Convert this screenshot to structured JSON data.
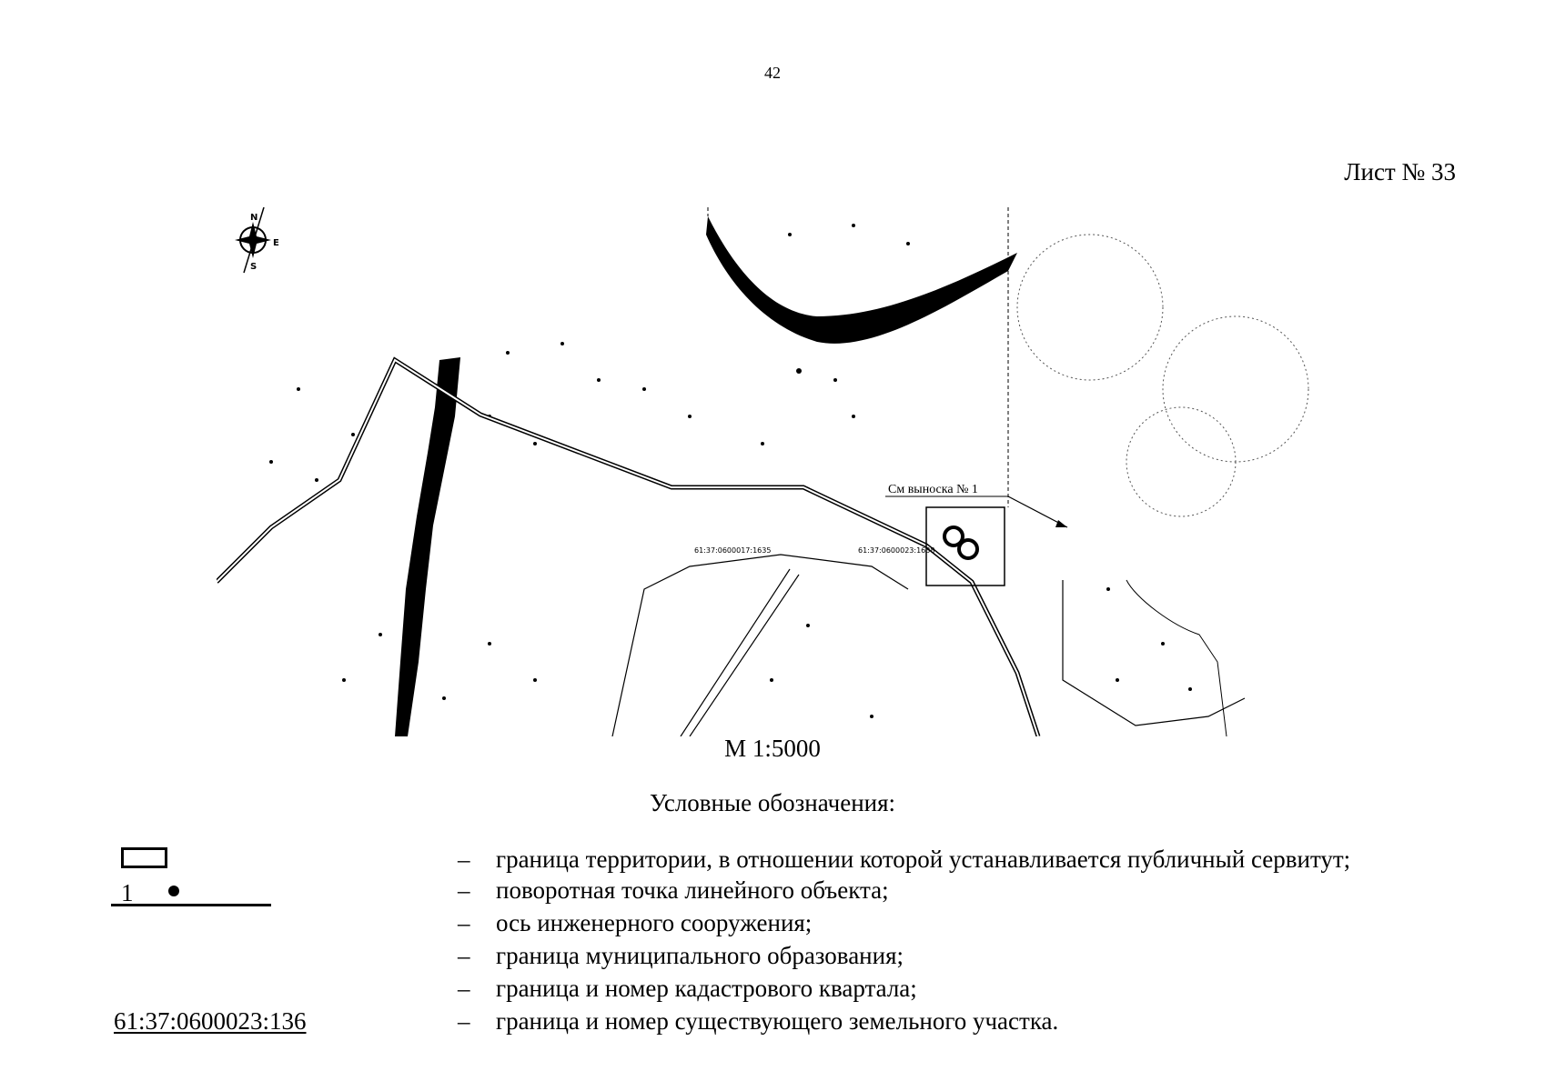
{
  "page_number": "42",
  "sheet_label": "Лист № 33",
  "map": {
    "callout_label": "См выноска № 1",
    "parcel_label_1": "61:37:0600017:1635",
    "parcel_label_2": "61:37:0600023:1638",
    "compass": {
      "n": "N",
      "e": "E",
      "s": "S"
    }
  },
  "scale_label": "М 1:5000",
  "legend": {
    "title": "Условные обозначения:",
    "point_number": "1",
    "parcel_example": "61:37:0600023:136",
    "items": [
      {
        "dash": "–",
        "desc": "граница территории, в отношении которой устанавливается публичный сервитут;"
      },
      {
        "dash": "–",
        "desc": "поворотная точка линейного объекта;"
      },
      {
        "dash": "–",
        "desc": "ось инженерного сооружения;"
      },
      {
        "dash": "–",
        "desc": "граница муниципального образования;"
      },
      {
        "dash": "–",
        "desc": "граница и номер кадастрового квартала;"
      },
      {
        "dash": "–",
        "desc": "граница и номер существующего земельного участка."
      }
    ]
  }
}
